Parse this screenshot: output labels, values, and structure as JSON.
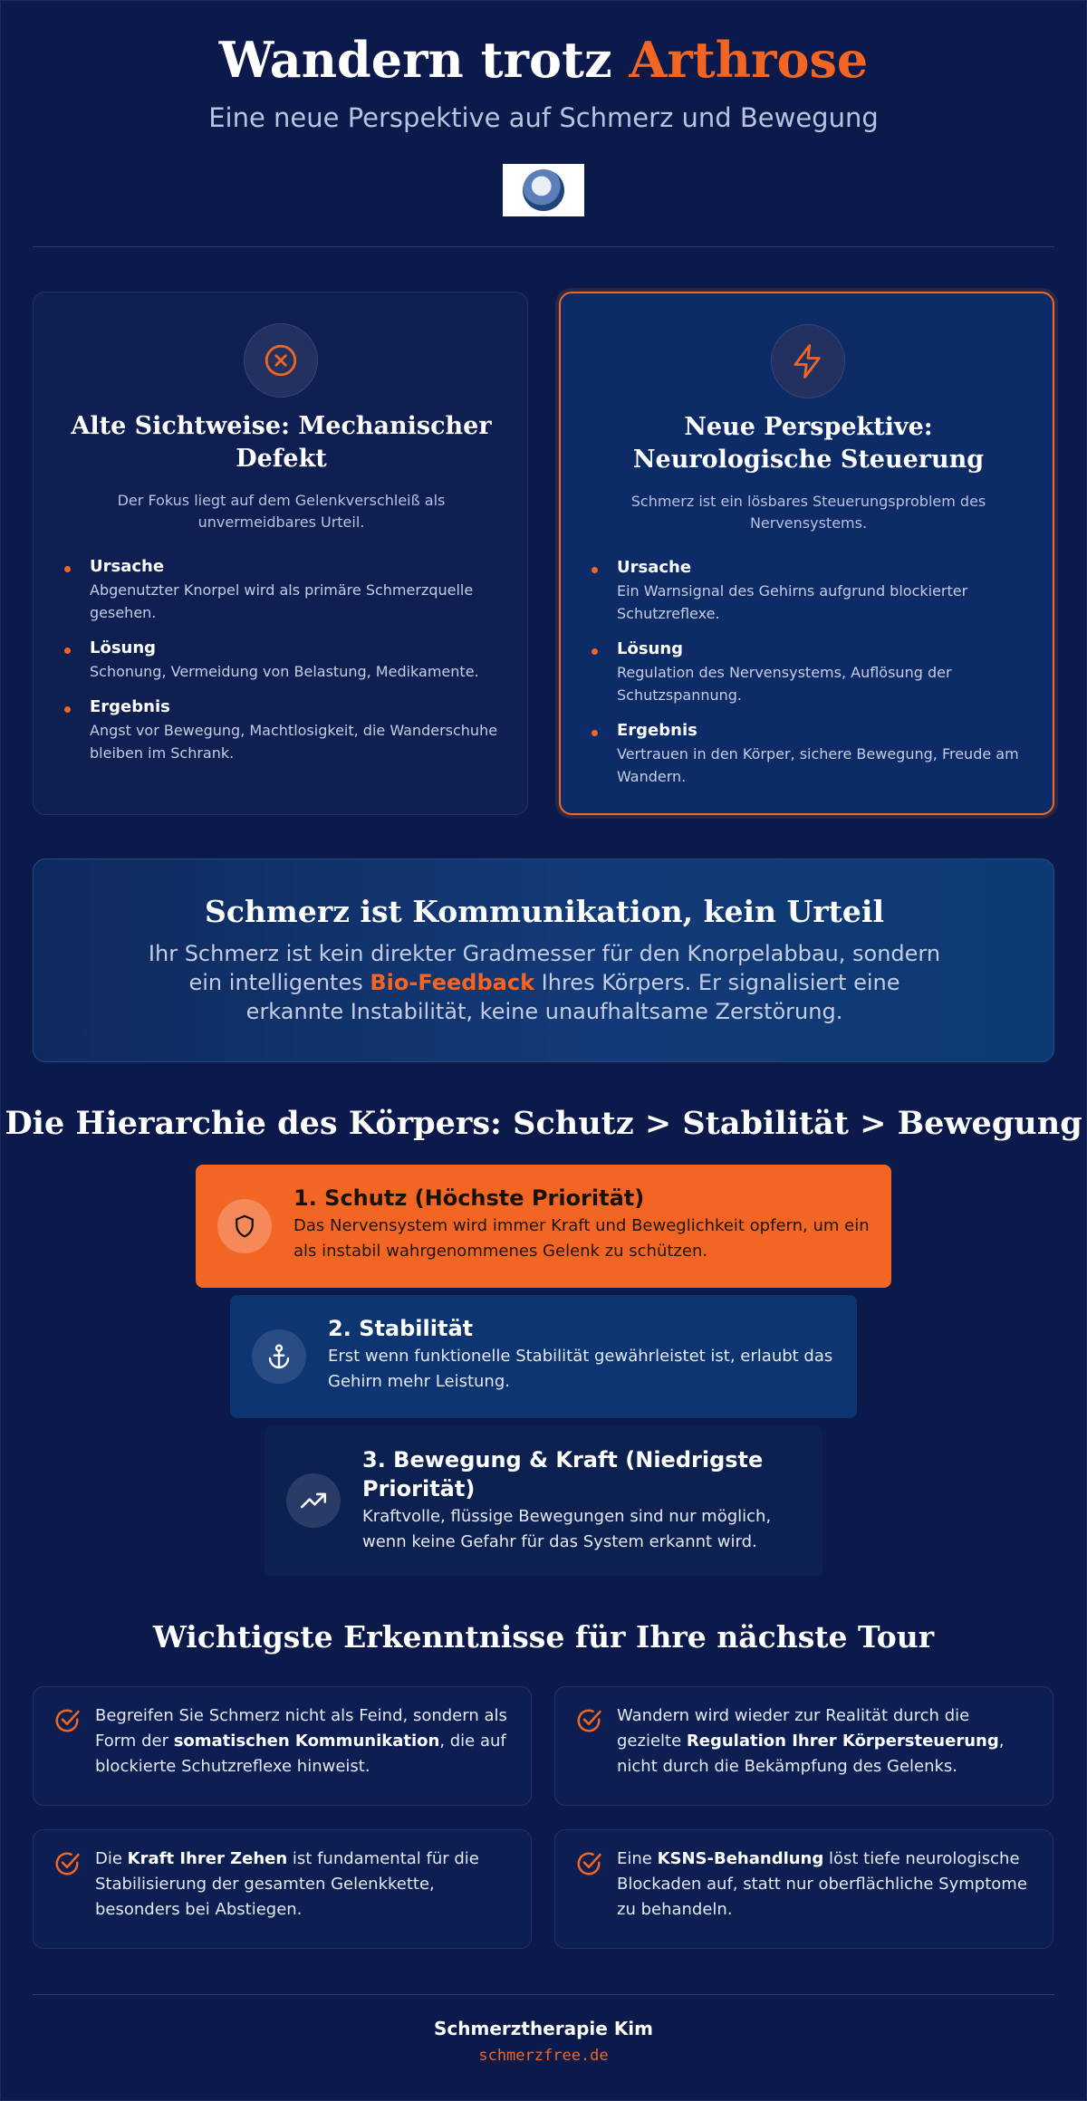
{
  "header": {
    "title_main": "Wandern trotz",
    "title_accent": "Arthrose",
    "subtitle": "Eine neue Perspektive auf Schmerz und Bewegung",
    "logo_icon": "profile-logo-icon"
  },
  "comparison": {
    "old": {
      "icon": "x-circle-icon",
      "title": "Alte Sichtweise: Mechanischer Defekt",
      "description": "Der Fokus liegt auf dem Gelenkverschleiß als unvermeidbares Urteil.",
      "items": [
        {
          "head": "Ursache",
          "text": "Abgenutzter Knorpel wird als primäre Schmerzquelle gesehen."
        },
        {
          "head": "Lösung",
          "text": "Schonung, Vermeidung von Belastung, Medikamente."
        },
        {
          "head": "Ergebnis",
          "text": "Angst vor Bewegung, Machtlosigkeit, die Wanderschuhe bleiben im Schrank."
        }
      ]
    },
    "new": {
      "icon": "lightning-icon",
      "title": "Neue Perspektive: Neurologische Steuerung",
      "description": "Schmerz ist ein lösbares Steuerungsproblem des Nervensystems.",
      "items": [
        {
          "head": "Ursache",
          "text": "Ein Warnsignal des Gehirns aufgrund blockierter Schutzreflexe."
        },
        {
          "head": "Lösung",
          "text": "Regulation des Nervensystems, Auflösung der Schutzspannung."
        },
        {
          "head": "Ergebnis",
          "text": "Vertrauen in den Körper, sichere Bewegung, Freude am Wandern."
        }
      ]
    }
  },
  "banner": {
    "title": "Schmerz ist Kommunikation, kein Urteil",
    "text_before": "Ihr Schmerz ist kein direkter Gradmesser für den Knorpelabbau, sondern ein intelligentes ",
    "text_highlight": "Bio-Feedback",
    "text_after": " Ihres Körpers. Er signalisiert eine erkannte Instabilität, keine unaufhaltsame Zerstörung."
  },
  "hierarchy": {
    "title": "Die Hierarchie des Körpers: Schutz > Stabilität > Bewegung",
    "tiers": [
      {
        "icon": "shield-icon",
        "head": "1. Schutz (Höchste Priorität)",
        "text": "Das Nervensystem wird immer Kraft und Beweglichkeit opfern, um ein als instabil wahrgenommenes Gelenk zu schützen."
      },
      {
        "icon": "anchor-icon",
        "head": "2. Stabilität",
        "text": "Erst wenn funktionelle Stabilität gewährleistet ist, erlaubt das Gehirn mehr Leistung."
      },
      {
        "icon": "trending-up-icon",
        "head": "3. Bewegung & Kraft (Niedrigste Priorität)",
        "text": "Kraftvolle, flüssige Bewegungen sind nur möglich, wenn keine Gefahr für das System erkannt wird."
      }
    ]
  },
  "takeaways": {
    "title": "Wichtigste Erkenntnisse für Ihre nächste Tour",
    "items": [
      {
        "before": "Begreifen Sie Schmerz nicht als Feind, sondern als Form der ",
        "bold": "somatischen Kommunikation",
        "after": ", die auf blockierte Schutzreflexe hinweist."
      },
      {
        "before": "Wandern wird wieder zur Realität durch die gezielte ",
        "bold": "Regulation Ihrer Körpersteuerung",
        "after": ", nicht durch die Bekämpfung des Gelenks."
      },
      {
        "before": "Die ",
        "bold": "Kraft Ihrer Zehen",
        "after": " ist fundamental für die Stabilisierung der gesamten Gelenkkette, besonders bei Abstiegen."
      },
      {
        "before": "Eine ",
        "bold": "KSNS-Behandlung",
        "after": " löst tiefe neurologische Blockaden auf, statt nur oberflächliche Symptome zu behandeln."
      }
    ]
  },
  "footer": {
    "name": "Schmerztherapie Kim",
    "url": "schmerzfree.de"
  },
  "colors": {
    "background": "#0b1a4a",
    "accent": "#f26522",
    "card_new_bg": "#0d2b66",
    "tier_2_bg": "#0d3571"
  }
}
